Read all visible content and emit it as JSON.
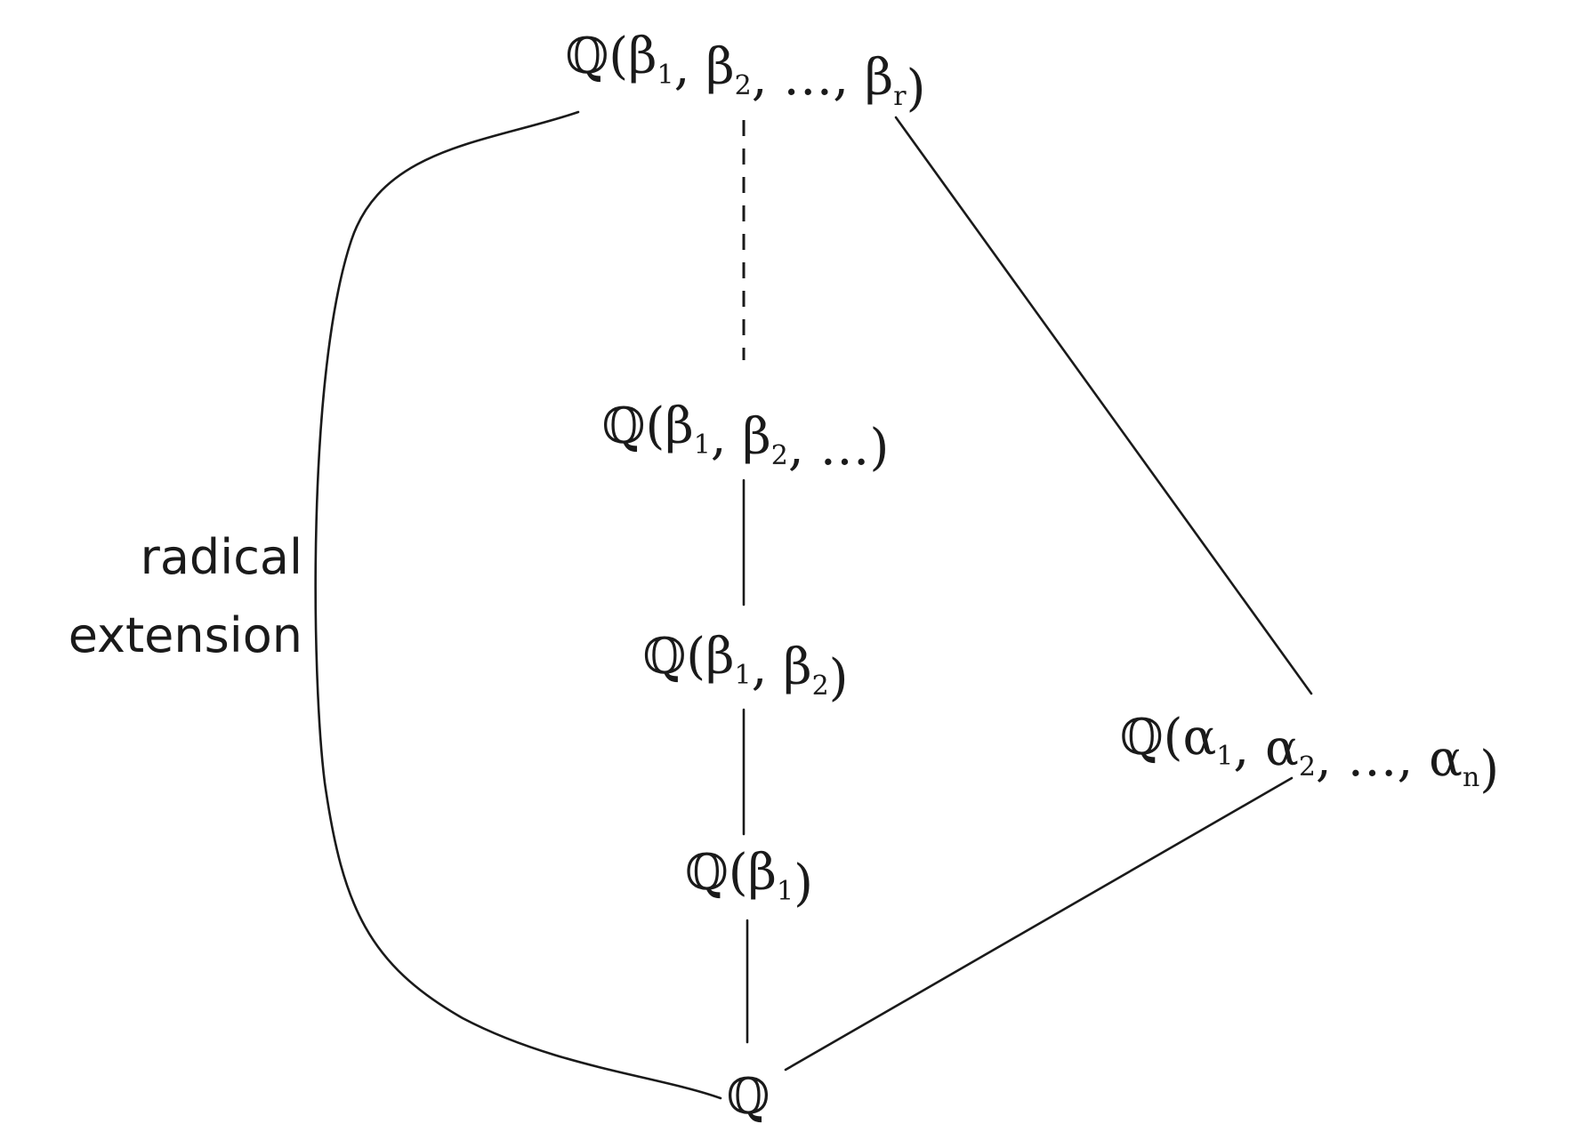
{
  "nodes": {
    "top": {
      "base": "ℚ(",
      "parts": [
        [
          "β",
          "1"
        ],
        [
          "β",
          "2"
        ],
        [
          "…",
          ""
        ],
        [
          "β",
          "r"
        ]
      ],
      "close": ")"
    },
    "level3": {
      "base": "ℚ(",
      "parts": [
        [
          "β",
          "1"
        ],
        [
          "β",
          "2"
        ],
        [
          "…",
          ""
        ]
      ],
      "close": ")"
    },
    "level2": {
      "base": "ℚ(",
      "parts": [
        [
          "β",
          "1"
        ],
        [
          "β",
          "2"
        ]
      ],
      "close": ")"
    },
    "level1": {
      "base": "ℚ(",
      "parts": [
        [
          "β",
          "1"
        ]
      ],
      "close": ")"
    },
    "bottom": {
      "base": "ℚ",
      "parts": [],
      "close": ""
    },
    "right": {
      "base": "ℚ(",
      "parts": [
        [
          "α",
          "1"
        ],
        [
          "α",
          "2"
        ],
        [
          "…",
          ""
        ],
        [
          "α",
          "n"
        ]
      ],
      "close": ")"
    }
  },
  "side_label": {
    "line1": "radical",
    "line2": "extension"
  }
}
